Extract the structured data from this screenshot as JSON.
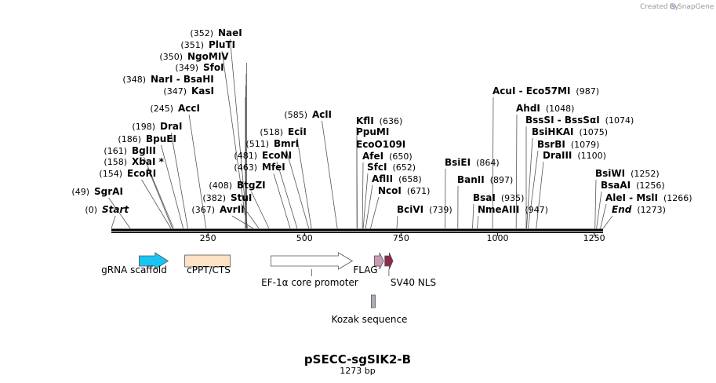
{
  "credit": {
    "text": "Created by",
    "brand": "SnapGene"
  },
  "plasmid": {
    "name": "pSECC-sgSIK2-B",
    "length_label": "1273 bp",
    "length": 1273
  },
  "colors": {
    "backbone": "#000000",
    "leader": "#555555",
    "grna_scaffold": "#19c4f2",
    "cppt_cts": "#ffe1c4",
    "ef1a": "#ffffff",
    "flag": "#c89bb4",
    "sv40_nls": "#8c2a50",
    "kozak": "#a9acbc"
  },
  "axis": {
    "ticks": [
      {
        "label": "250",
        "pos": 250
      },
      {
        "label": "500",
        "pos": 500
      },
      {
        "label": "750",
        "pos": 750
      },
      {
        "label": "1000",
        "pos": 1000
      },
      {
        "label": "1250",
        "pos": 1250
      }
    ]
  },
  "sites": [
    {
      "id": "start",
      "name": "Start",
      "pos_label": "(0)",
      "pos": 0,
      "italic": true
    },
    {
      "id": "sgrai",
      "name": "SgrAI",
      "pos_label": "(49)",
      "pos": 49
    },
    {
      "id": "ecori",
      "name": "EcoRI",
      "pos_label": "(154)",
      "pos": 154
    },
    {
      "id": "xbai",
      "name": "XbaI *",
      "pos_label": "(158)",
      "pos": 158
    },
    {
      "id": "bglii",
      "name": "BglII",
      "pos_label": "(161)",
      "pos": 161
    },
    {
      "id": "bpuei",
      "name": "BpuEI",
      "pos_label": "(186)",
      "pos": 186
    },
    {
      "id": "drai",
      "name": "DraI",
      "pos_label": "(198)",
      "pos": 198
    },
    {
      "id": "acci",
      "name": "AccI",
      "pos_label": "(245)",
      "pos": 245
    },
    {
      "id": "kasi",
      "name": "KasI",
      "pos_label": "(347)",
      "pos": 347
    },
    {
      "id": "nari",
      "name": "NarI  -  BsaHI",
      "pos_label": "(348)",
      "pos": 348
    },
    {
      "id": "sfoi",
      "name": "SfoI",
      "pos_label": "(349)",
      "pos": 349
    },
    {
      "id": "ngomiv",
      "name": "NgoMIV",
      "pos_label": "(350)",
      "pos": 350
    },
    {
      "id": "pluti",
      "name": "PluTI",
      "pos_label": "(351)",
      "pos": 351
    },
    {
      "id": "naei",
      "name": "NaeI",
      "pos_label": "(352)",
      "pos": 352
    },
    {
      "id": "avrii",
      "name": "AvrII",
      "pos_label": "(367)",
      "pos": 367
    },
    {
      "id": "stui",
      "name": "StuI",
      "pos_label": "(382)",
      "pos": 382
    },
    {
      "id": "btgzi",
      "name": "BtgZI",
      "pos_label": "(408)",
      "pos": 408
    },
    {
      "id": "mfei",
      "name": "MfeI",
      "pos_label": "(463)",
      "pos": 463
    },
    {
      "id": "econi",
      "name": "EcoNI",
      "pos_label": "(481)",
      "pos": 481
    },
    {
      "id": "bmri",
      "name": "BmrI",
      "pos_label": "(511)",
      "pos": 511
    },
    {
      "id": "ecii",
      "name": "EciI",
      "pos_label": "(518)",
      "pos": 518
    },
    {
      "id": "acli",
      "name": "AclI",
      "pos_label": "(585)",
      "pos": 585
    },
    {
      "id": "kfli",
      "name": "KflI",
      "pos_label": "(636)",
      "pos": 636
    },
    {
      "id": "ppumi",
      "name": "PpuMI",
      "pos_label": "",
      "pos": 636
    },
    {
      "id": "ecoo109i",
      "name": "EcoO109I",
      "pos_label": "",
      "pos": 636
    },
    {
      "id": "afei",
      "name": "AfeI",
      "pos_label": "(650)",
      "pos": 650
    },
    {
      "id": "sfci",
      "name": "SfcI",
      "pos_label": "(652)",
      "pos": 652
    },
    {
      "id": "aflii",
      "name": "AflII",
      "pos_label": "(658)",
      "pos": 658
    },
    {
      "id": "ncoi",
      "name": "NcoI",
      "pos_label": "(671)",
      "pos": 671
    },
    {
      "id": "bcivi",
      "name": "BciVI",
      "pos_label": "(739)",
      "pos": 739
    },
    {
      "id": "bsiei",
      "name": "BsiEI",
      "pos_label": "(864)",
      "pos": 864
    },
    {
      "id": "banii",
      "name": "BanII",
      "pos_label": "(897)",
      "pos": 897
    },
    {
      "id": "bsai",
      "name": "BsaI",
      "pos_label": "(935)",
      "pos": 935
    },
    {
      "id": "nmeaiii",
      "name": "NmeAIII",
      "pos_label": "(947)",
      "pos": 947
    },
    {
      "id": "acui",
      "name": "AcuI  -  Eco57MI",
      "pos_label": "(987)",
      "pos": 987
    },
    {
      "id": "ahdi",
      "name": "AhdI",
      "pos_label": "(1048)",
      "pos": 1048
    },
    {
      "id": "bsssi",
      "name": "BssSI  -  BssSαI",
      "pos_label": "(1074)",
      "pos": 1074
    },
    {
      "id": "bsihkai",
      "name": "BsiHKAI",
      "pos_label": "(1075)",
      "pos": 1075
    },
    {
      "id": "bsrbi",
      "name": "BsrBI",
      "pos_label": "(1079)",
      "pos": 1079
    },
    {
      "id": "draiii",
      "name": "DraIII",
      "pos_label": "(1100)",
      "pos": 1100
    },
    {
      "id": "bsiwi",
      "name": "BsiWI",
      "pos_label": "(1252)",
      "pos": 1252
    },
    {
      "id": "bsaai",
      "name": "BsaAI",
      "pos_label": "(1256)",
      "pos": 1256
    },
    {
      "id": "alei",
      "name": "AleI  -  MslI",
      "pos_label": "(1266)",
      "pos": 1266
    },
    {
      "id": "end",
      "name": "End",
      "pos_label": "(1273)",
      "pos": 1273,
      "italic": true
    }
  ],
  "features": [
    {
      "id": "grna-scaffold",
      "label": "gRNA scaffold",
      "start": 72,
      "end": 147,
      "arrow": true,
      "color": "#19c4f2"
    },
    {
      "id": "cppt-cts",
      "label": "cPPT/CTS",
      "start": 190,
      "end": 308,
      "arrow": false,
      "color": "#ffe1c4"
    },
    {
      "id": "ef1a-core-promoter",
      "label": "EF-1α core promoter",
      "start": 413,
      "end": 624,
      "arrow": true,
      "color": "#ffffff"
    },
    {
      "id": "flag",
      "label": "FLAG",
      "start": 681,
      "end": 705,
      "arrow": true,
      "color": "#c89bb4"
    },
    {
      "id": "sv40-nls",
      "label": "SV40 NLS",
      "start": 708,
      "end": 729,
      "arrow": true,
      "color": "#8c2a50"
    },
    {
      "id": "kozak-sequence",
      "label": "Kozak sequence",
      "start": 673,
      "end": 682,
      "arrow": false,
      "color": "#a9acbc"
    }
  ]
}
